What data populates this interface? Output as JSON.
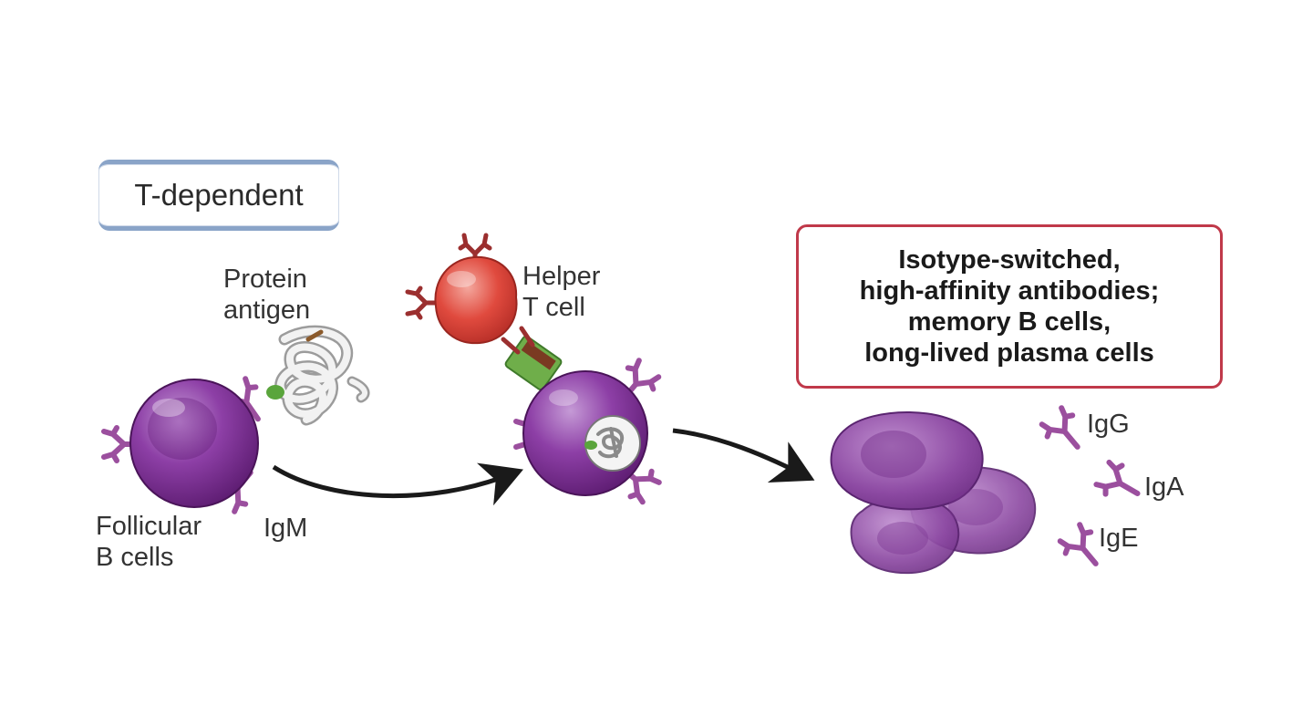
{
  "banner": {
    "label": "T-dependent"
  },
  "labels": {
    "protein_antigen": "Protein\nantigen",
    "helper_t_cell": "Helper\nT cell",
    "follicular_b_cells": "Follicular\nB cells",
    "igm": "IgM"
  },
  "result_box": {
    "text": "Isotype-switched,\nhigh-affinity antibodies;\nmemory B cells,\nlong-lived plasma cells"
  },
  "antibody_labels": [
    "IgG",
    "IgA",
    "IgE"
  ],
  "colors": {
    "b_cell": "#7a2d8f",
    "t_cell": "#d9443a",
    "antibody": "#9b4f9e",
    "tcr": "#8c2b2b",
    "mhc": "#5a9a3c",
    "result_border": "#c0394a",
    "banner_border": "#8aa4c8"
  }
}
